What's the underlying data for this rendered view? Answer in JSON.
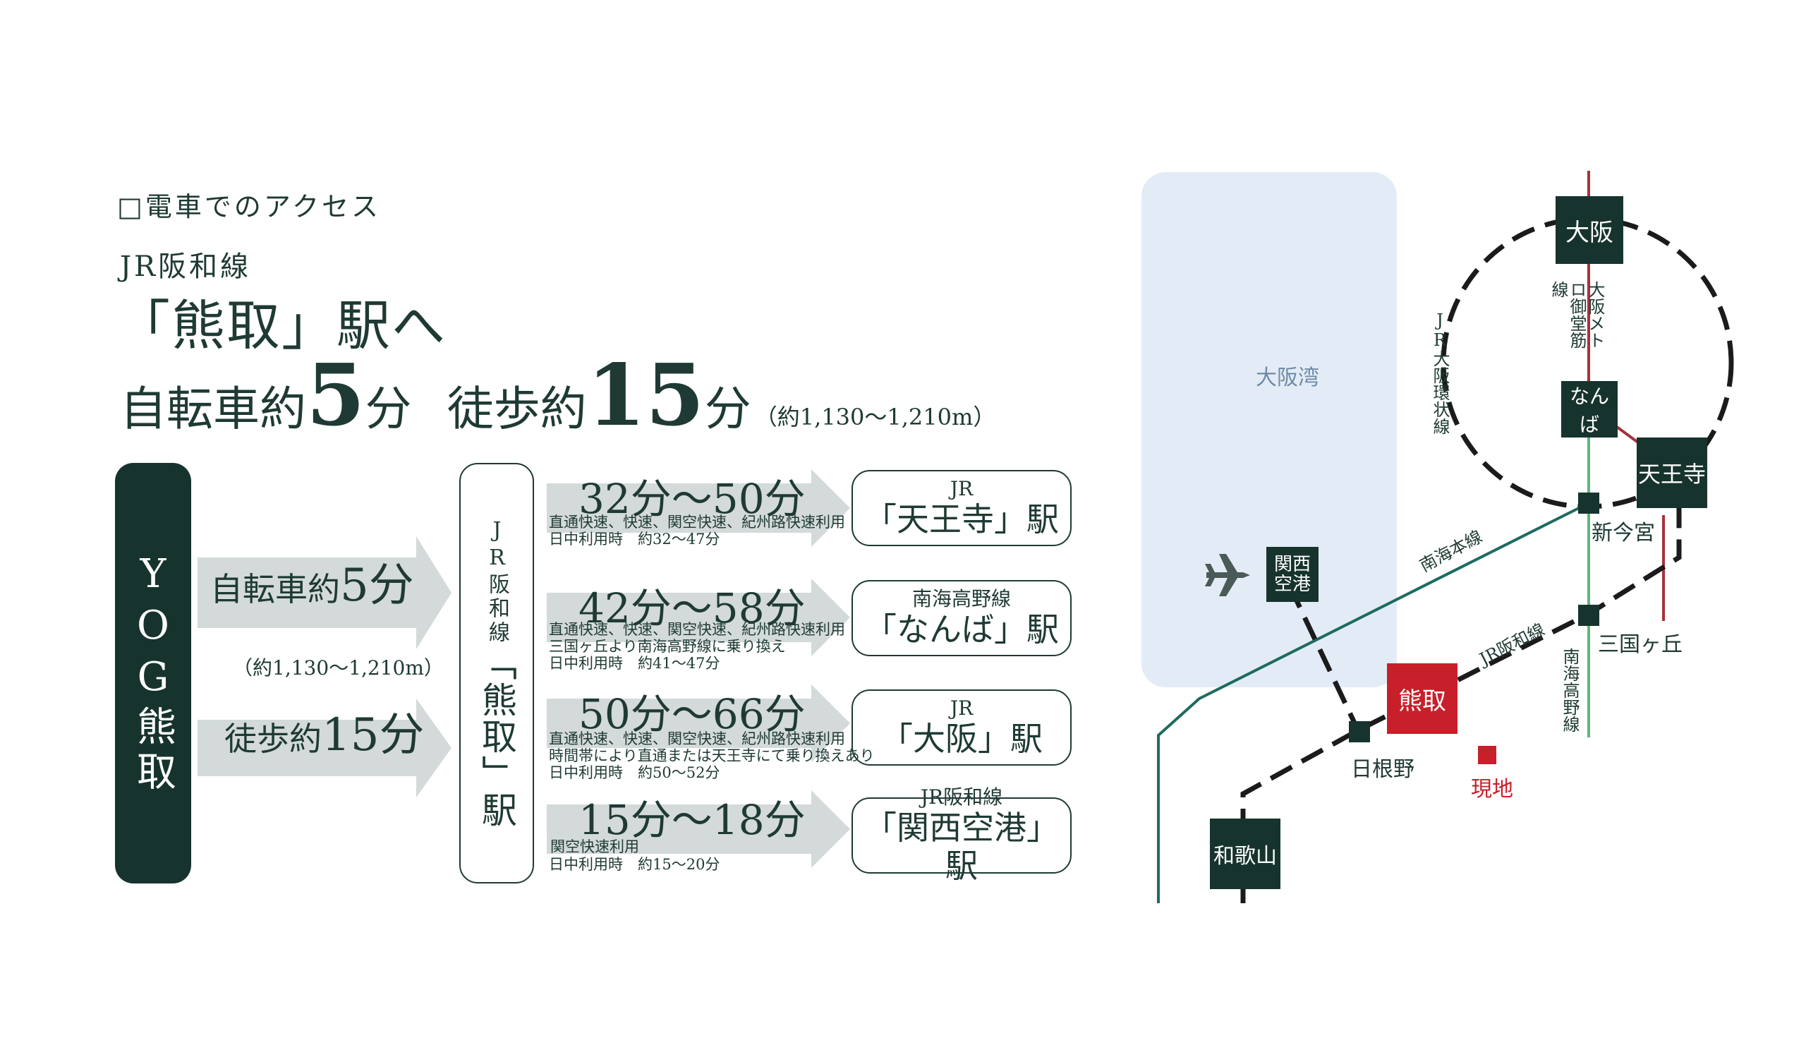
{
  "header": {
    "section_label": "□電車でのアクセス",
    "line_name": "JR阪和線",
    "destination_title": "「熊取」駅へ",
    "bike_prefix": "自転車約",
    "bike_num": "5",
    "bike_unit": "分",
    "walk_prefix": "徒歩約",
    "walk_num": "15",
    "walk_unit": "分",
    "distance": "（約1,130〜1,210m）"
  },
  "flow": {
    "origin": "YOG熊取",
    "bike_prefix": "自転車約",
    "bike_num": "5分",
    "distance": "（約1,130〜1,210m）",
    "walk_prefix": "徒歩約",
    "walk_num": "15分",
    "station_line": "JR阪和線",
    "station_name": "「熊取」駅",
    "routes": [
      {
        "time": "32分〜50分",
        "note1": "直通快速、快速、関空快速、紀州路快速利用",
        "note2": "日中利用時　約32〜47分",
        "note3": "",
        "dest_line": "JR",
        "dest_name": "「天王寺」駅"
      },
      {
        "time": "42分〜58分",
        "note1": "直通快速、快速、関空快速、紀州路快速利用",
        "note2": "三国ヶ丘より南海高野線に乗り換え",
        "note3": "日中利用時　約41〜47分",
        "dest_line": "南海高野線",
        "dest_name": "「なんば」駅"
      },
      {
        "time": "50分〜66分",
        "note1": "直通快速、快速、関空快速、紀州路快速利用",
        "note2": "時間帯により直通または天王寺にて乗り換えあり",
        "note3": "日中利用時　約50〜52分",
        "dest_line": "JR",
        "dest_name": "「大阪」駅"
      },
      {
        "time": "15分〜18分",
        "note1": "関空快速利用",
        "note2": "日中利用時　約15〜20分",
        "note3": "",
        "dest_line": "JR阪和線",
        "dest_name": "「関西空港」駅"
      }
    ]
  },
  "map": {
    "bay": "大阪湾",
    "osaka": "大阪",
    "namba": "なんば",
    "tennoji": "天王寺",
    "shinimamiya": "新今宮",
    "mikunigaoka": "三国ヶ丘",
    "kumatori": "熊取",
    "genchi": "現地",
    "hineno": "日根野",
    "wakayama": "和歌山",
    "kansai_airport": "関西空港",
    "loop_line": "JR大阪環状線",
    "metro_line": "大阪メトロ御堂筋線",
    "nankai_main": "南海本線",
    "jr_hanwa": "JR阪和線",
    "nankai_koya": "南海高野線",
    "airplane_icon": "airplane-icon"
  },
  "colors": {
    "dark_green": "#17332d",
    "red": "#c8202a",
    "teal_line": "#1d6b5e",
    "bay": "#e3ecf6",
    "arrow": "#d3dad9",
    "metro_line": "#a7313d",
    "koya_line": "#5bb87e"
  }
}
